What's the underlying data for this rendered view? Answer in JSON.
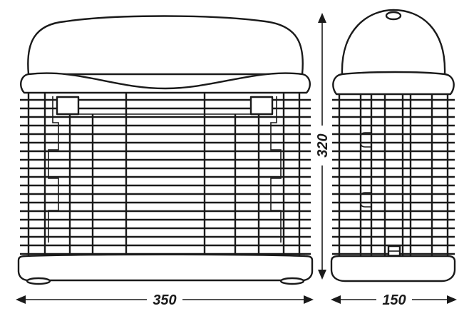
{
  "dimensions": {
    "width_label": "350",
    "height_label": "320",
    "depth_label": "150"
  }
}
